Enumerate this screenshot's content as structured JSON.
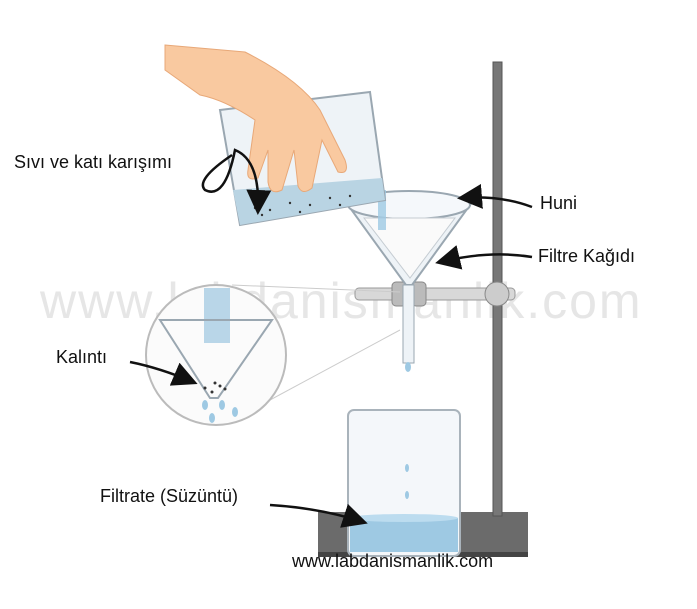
{
  "labels": {
    "mixture": "Sıvı ve katı karışımı",
    "funnel": "Huni",
    "filter_paper": "Filtre Kağıdı",
    "residue": "Kalıntı",
    "filtrate": "Filtrate (Süzüntü)"
  },
  "watermark": "www.labdanismanlik.com",
  "website": "www.labdanismanlik.com",
  "colors": {
    "liquid": "#9ec9e3",
    "stand": "#6b6b6b",
    "skin": "#f9c9a0"
  }
}
